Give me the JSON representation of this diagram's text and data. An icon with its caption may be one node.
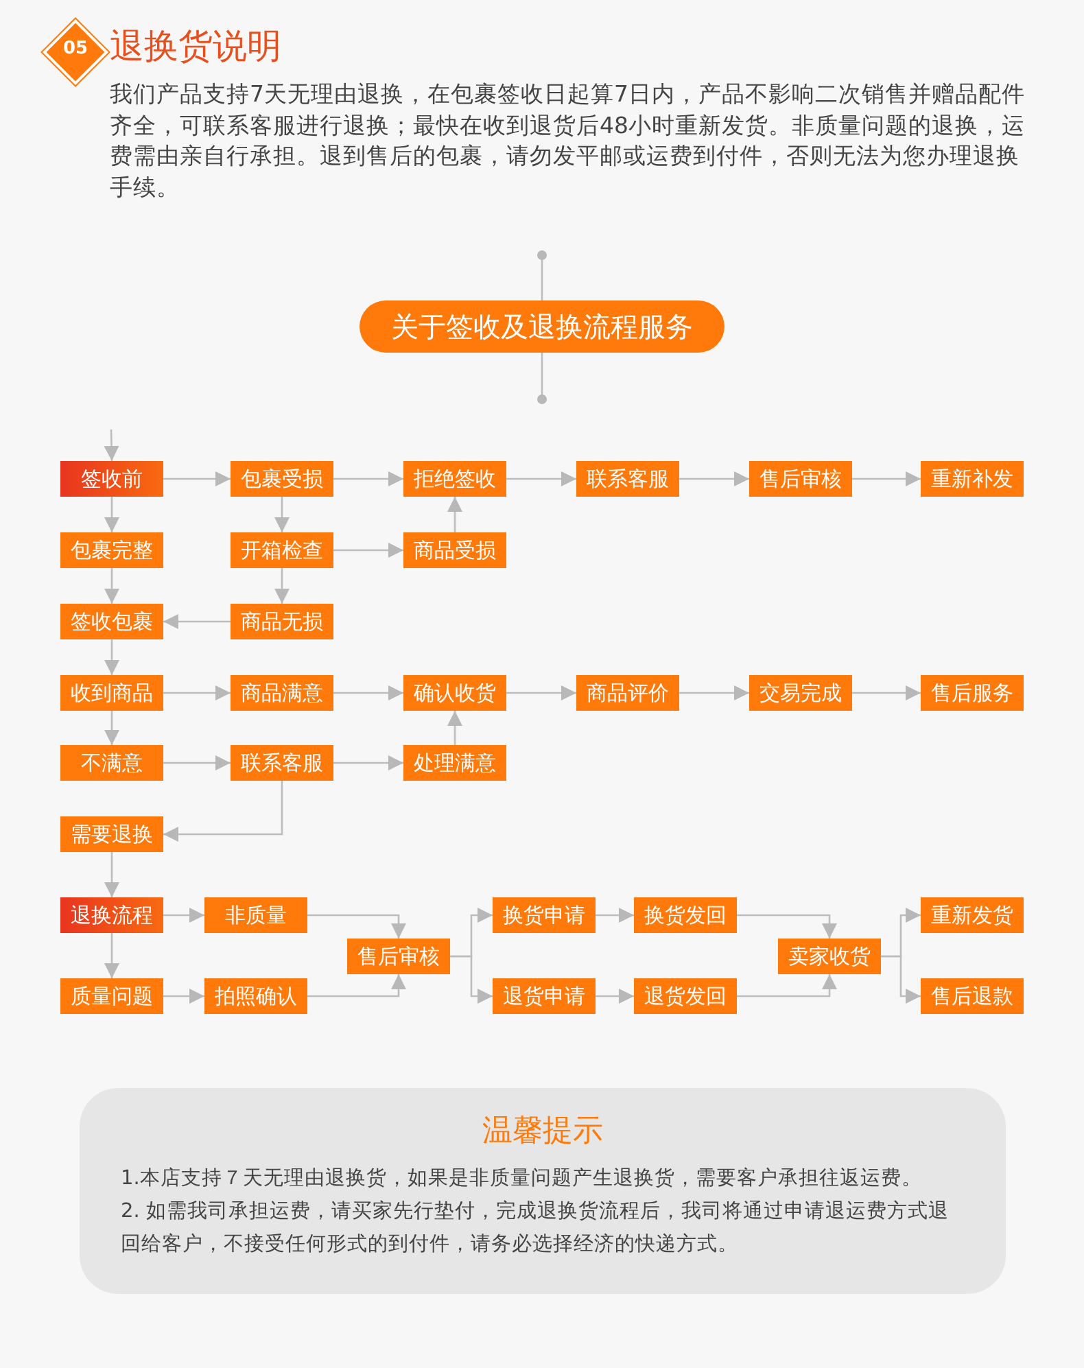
{
  "diagram": {
    "title": "退换货说明",
    "nodes": [
      {
        "text": [
          "关于签收及退换流程服务"
        ]
      },
      {
        "text": [
          "签收前"
        ]
      },
      {
        "text": [
          "包裹受损"
        ]
      },
      {
        "text": [
          "拒绝签收"
        ]
      },
      {
        "text": [
          "联系客服"
        ]
      },
      {
        "text": [
          "售后审核"
        ]
      },
      {
        "text": [
          "重新补发"
        ]
      },
      {
        "text": [
          "包裹完整"
        ]
      },
      {
        "text": [
          "开箱检查"
        ]
      },
      {
        "text": [
          "商品受损"
        ]
      },
      {
        "text": [
          "签收包裹"
        ]
      },
      {
        "text": [
          "商品无损"
        ]
      },
      {
        "text": [
          "收到商品"
        ]
      },
      {
        "text": [
          "商品满意"
        ]
      },
      {
        "text": [
          "确认收货"
        ]
      },
      {
        "text": [
          "商品评价"
        ]
      },
      {
        "text": [
          "交易完成"
        ]
      },
      {
        "text": [
          "售后服务"
        ]
      },
      {
        "text": [
          "不满意"
        ]
      },
      {
        "text": [
          "联系客服"
        ]
      },
      {
        "text": [
          "处理满意"
        ]
      },
      {
        "text": [
          "需要退换"
        ]
      },
      {
        "text": [
          "退换流程"
        ]
      },
      {
        "text": [
          "非质量"
        ]
      },
      {
        "text": [
          "质量问题"
        ]
      },
      {
        "text": [
          "拍照确认"
        ]
      },
      {
        "text": [
          "售后审核"
        ]
      },
      {
        "text": [
          "换货申请"
        ]
      },
      {
        "text": [
          "退货申请"
        ]
      },
      {
        "text": [
          "换货发回"
        ]
      },
      {
        "text": [
          "退货发回"
        ]
      },
      {
        "text": [
          "卖家收货"
        ]
      },
      {
        "text": [
          "重新发货"
        ]
      },
      {
        "text": [
          "售后退款"
        ]
      },
      {
        "text": [
          "温馨提示",
          "1.本店支持７天无理由退换货，如果是非质量问题产生退换货，需要客户承担往返运费。",
          "2. 如需我司承担运费，请买家先行垫付，完成退换货流程后，我司将通过申请退运费方式退回给客户，不接受任何形式的到付件，请务必选择经济的快递方式。"
        ]
      }
    ],
    "edges": [
      {
        "from": null,
        "to": 0,
        "arrow": "other"
      },
      {
        "from": 0,
        "to": null,
        "arrow": "other"
      },
      {
        "from": null,
        "to": 1,
        "arrow": "to"
      },
      {
        "from": 1,
        "to": 2,
        "arrow": "to"
      },
      {
        "from": 2,
        "to": 3,
        "arrow": "to"
      },
      {
        "from": 3,
        "to": 4,
        "arrow": "to"
      },
      {
        "from": 4,
        "to": 5,
        "arrow": "to"
      },
      {
        "from": 5,
        "to": 6,
        "arrow": "to"
      },
      {
        "from": 1,
        "to": 7,
        "arrow": "to"
      },
      {
        "from": 2,
        "to": 8,
        "arrow": "to"
      },
      {
        "from": 8,
        "to": 9,
        "arrow": "to"
      },
      {
        "from": 9,
        "to": 3,
        "arrow": "to"
      },
      {
        "from": 8,
        "to": 11,
        "arrow": "to"
      },
      {
        "from": 7,
        "to": 10,
        "arrow": "to"
      },
      {
        "from": 11,
        "to": 10,
        "arrow": "to"
      },
      {
        "from": 10,
        "to": 12,
        "arrow": "to"
      },
      {
        "from": 12,
        "to": 13,
        "arrow": "to"
      },
      {
        "from": 13,
        "to": 14,
        "arrow": "to"
      },
      {
        "from": 14,
        "to": 15,
        "arrow": "to"
      },
      {
        "from": 15,
        "to": 16,
        "arrow": "to"
      },
      {
        "from": 16,
        "to": 17,
        "arrow": "to"
      },
      {
        "from": 12,
        "to": 18,
        "arrow": "to"
      },
      {
        "from": 18,
        "to": 19,
        "arrow": "to"
      },
      {
        "from": 19,
        "to": 20,
        "arrow": "to"
      },
      {
        "from": 20,
        "to": 14,
        "arrow": "to"
      },
      {
        "from": 19,
        "to": 21,
        "arrow": "to"
      },
      {
        "from": 21,
        "to": 22,
        "arrow": "to"
      },
      {
        "from": 22,
        "to": 23,
        "arrow": "to"
      },
      {
        "from": 22,
        "to": 24,
        "arrow": "to"
      },
      {
        "from": 24,
        "to": 25,
        "arrow": "to"
      },
      {
        "from": 23,
        "to": 26,
        "arrow": "to"
      },
      {
        "from": 25,
        "to": 26,
        "arrow": "to"
      },
      {
        "from": 26,
        "to": 27,
        "arrow": "to"
      },
      {
        "from": 26,
        "to": 28,
        "arrow": "to"
      },
      {
        "from": 27,
        "to": 29,
        "arrow": "to"
      },
      {
        "from": 28,
        "to": 30,
        "arrow": "to"
      },
      {
        "from": 29,
        "to": 31,
        "arrow": "to"
      },
      {
        "from": 30,
        "to": 31,
        "arrow": "to"
      },
      {
        "from": 31,
        "to": 32,
        "arrow": "to"
      },
      {
        "from": 31,
        "to": 33,
        "arrow": "to"
      }
    ],
    "labels": [
      "05",
      "我们产品支持7天无理由退换，在包裹签收日起算7日内，产品不影响二次销售并赠品配件齐全，可联系客服进行退换；最快在收到退货后48小时重新发货。非质量问题的退换，运费需由亲自行承担。退到售后的包裹，请勿发平邮或运费到付件，否则无法为您办理退换手续。"
    ]
  }
}
